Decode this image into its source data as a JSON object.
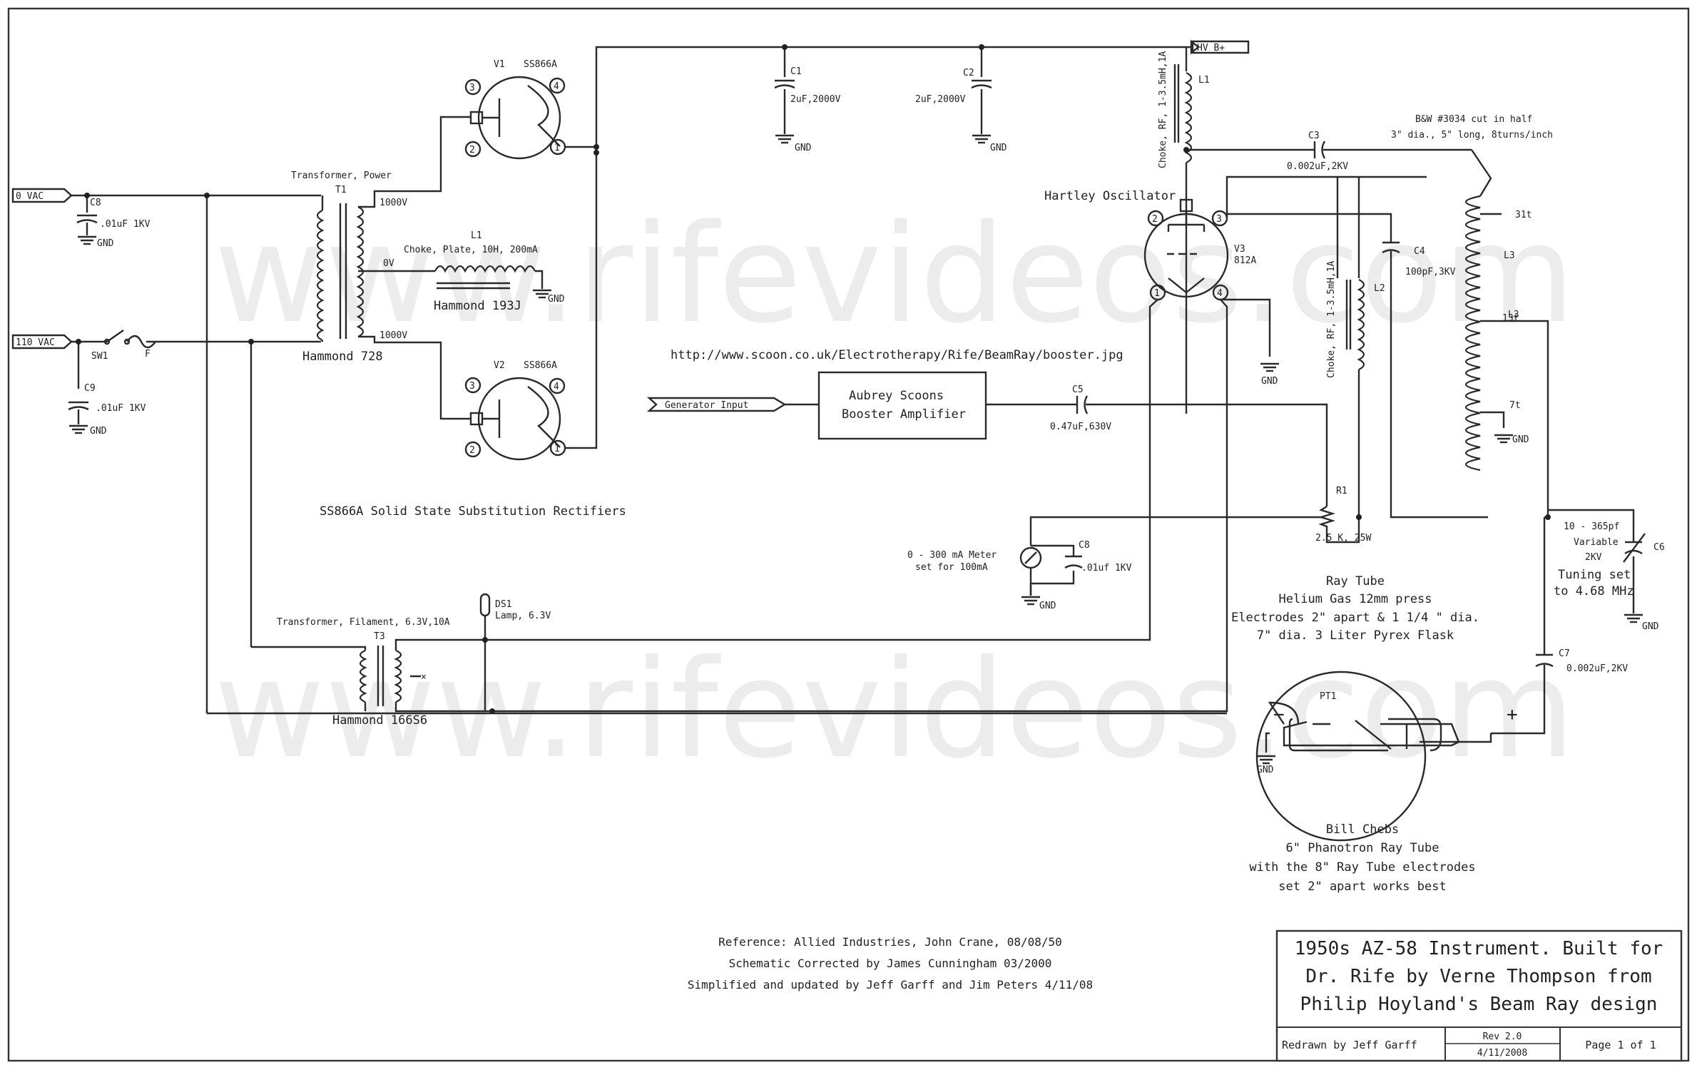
{
  "watermark": "www.rifevideos.com",
  "ports": {
    "vac0": "0 VAC",
    "vac110": "110 VAC",
    "hvb": "HV B+",
    "gen_input": "Generator Input"
  },
  "gnd": "GND",
  "components": {
    "t1": {
      "ref": "T1",
      "name": "Transformer, Power",
      "part": "Hammond 728",
      "v_top": "1000V",
      "v_mid": "0V",
      "v_bot": "1000V"
    },
    "l1_plate": {
      "ref": "L1",
      "name": "Choke, Plate, 10H, 200mA",
      "part": "Hammond 193J"
    },
    "v1": {
      "ref": "V1",
      "part": "SS866A"
    },
    "v2": {
      "ref": "V2",
      "part": "SS866A"
    },
    "c1": {
      "ref": "C1",
      "value": "2uF,2000V"
    },
    "c2": {
      "ref": "C2",
      "value": "2uF,2000V"
    },
    "c8a": {
      "ref": "C8",
      "value": ".01uF 1KV"
    },
    "c9": {
      "ref": "C9",
      "value": ".01uF 1KV"
    },
    "sw1": {
      "ref": "SW1"
    },
    "fuse": {
      "ref": "F"
    },
    "l1_rf": {
      "ref": "L1",
      "name": "Choke, RF, 1-3.5mH,1A"
    },
    "c3": {
      "ref": "C3",
      "value": "0.002uF,2KV"
    },
    "v3": {
      "ref": "V3",
      "part": "812A",
      "name": "Hartley Oscillator"
    },
    "c4": {
      "ref": "C4",
      "value": "100pF,3KV"
    },
    "l2": {
      "ref": "L2",
      "name": "Choke, RF, 1-3.5mH,1A"
    },
    "l3": {
      "ref": "L3",
      "desc1": "B&W #3034 cut in half",
      "desc2": "3\" dia., 5\" long, 8turns/inch",
      "tap31": "31t",
      "tap13": "13t",
      "tap7": "7t"
    },
    "amp": {
      "line1": "Aubrey Scoons",
      "line2": "Booster Amplifier"
    },
    "c5": {
      "ref": "C5",
      "value": "0.47uF,630V"
    },
    "r1": {
      "ref": "R1",
      "value": "2.5 K, 25W"
    },
    "meter": {
      "line1": "0 - 300 mA Meter",
      "line2": "set for 100mA"
    },
    "c8b": {
      "ref": "C8",
      "value": ".01uf 1KV"
    },
    "t3": {
      "ref": "T3",
      "name": "Transformer, Filament, 6.3V,10A",
      "part": "Hammond 166S6"
    },
    "ds1": {
      "ref": "DS1",
      "name": "Lamp, 6.3V"
    },
    "c6": {
      "ref": "C6",
      "line1": "10 - 365pf",
      "line2": "Variable",
      "line3": "2KV",
      "tune1": "Tuning set",
      "tune2": "to 4.68 MHz"
    },
    "c7": {
      "ref": "C7",
      "value": "0.002uF,2KV"
    },
    "pt1": {
      "ref": "PT1",
      "minus": "−",
      "plus": "+"
    }
  },
  "pin_numbers": {
    "p1": "1",
    "p2": "2",
    "p3": "3",
    "p4": "4"
  },
  "notes": {
    "url": "http://www.scoon.co.uk/Electrotherapy/Rife/BeamRay/booster.jpg",
    "rectifiers": "SS866A Solid State Substitution Rectifiers",
    "raytube": [
      "Ray Tube",
      "Helium Gas 12mm press",
      "Electrodes 2\" apart & 1 1/4 \" dia.",
      "7\" dia. 3 Liter Pyrex Flask"
    ],
    "billchebs": [
      "Bill Chebs",
      "6\" Phanotron Ray Tube",
      "with the 8\" Ray Tube electrodes",
      "set 2\" apart works best"
    ],
    "reference": [
      "Reference: Allied Industries, John Crane, 08/08/50",
      "Schematic Corrected by James Cunningham 03/2000",
      "Simplified and updated by Jeff Garff and Jim Peters 4/11/08"
    ]
  },
  "title_block": {
    "title": [
      "1950s AZ-58 Instrument. Built for",
      "Dr. Rife by Verne Thompson from",
      "Philip Hoyland's Beam Ray design"
    ],
    "redrawn": "Redrawn by Jeff Garff",
    "rev": "Rev 2.0",
    "date": "4/11/2008",
    "page": "Page 1 of 1"
  }
}
